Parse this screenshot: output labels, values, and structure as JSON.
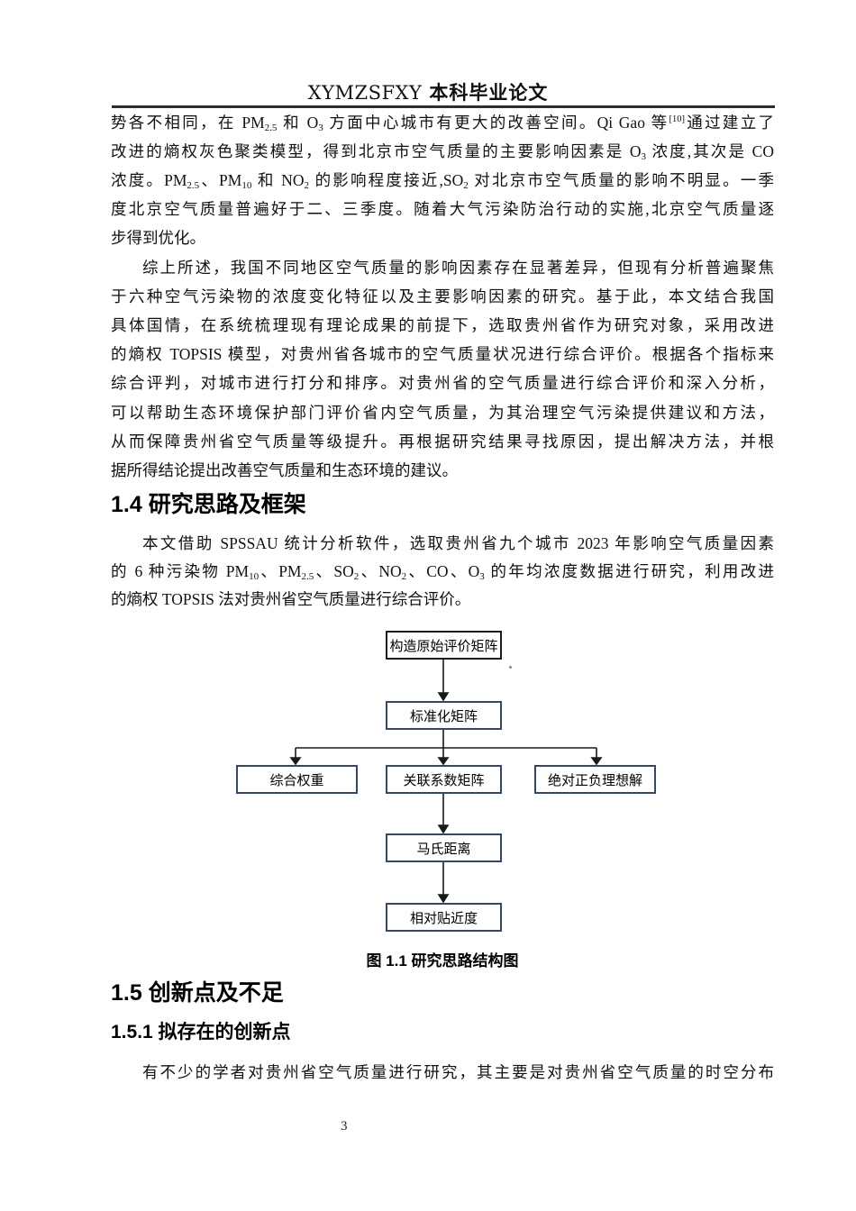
{
  "header": {
    "title_en": "XYMZSFXY",
    "title_zh": "本科毕业论文"
  },
  "content": {
    "p1": {
      "indent": false,
      "justify_last": false,
      "lines": [
        [
          "势各不相同，在 PM",
          {
            "sub": "2.5"
          },
          " 和 O",
          {
            "sub": "3"
          },
          " 方面中心城市有更大的改善空间。Qi  Gao 等",
          {
            "sup": "[10]"
          },
          "通过建立了"
        ],
        [
          "改进的熵权灰色聚类模型，得到北京市空气质量的主要影响因素是 O",
          {
            "sub": "3"
          },
          " 浓度,其次是 CO"
        ],
        [
          "浓度。PM",
          {
            "sub": "2.5"
          },
          "、PM",
          {
            "sub": "10"
          },
          " 和 NO",
          {
            "sub": "2"
          },
          " 的影响程度接近,SO",
          {
            "sub": "2"
          },
          " 对北京市空气质量的影响不明显。一季"
        ],
        "度北京空气质量普遍好于二、三季度。随着大气污染防治行动的实施,北京空气质量逐",
        "步得到优化。"
      ]
    },
    "p2": {
      "indent": true,
      "justify_last": false,
      "lines": [
        "综上所述，我国不同地区空气质量的影响因素存在显著差异，但现有分析普遍聚焦",
        "于六种空气污染物的浓度变化特征以及主要影响因素的研究。基于此，本文结合我国",
        "具体国情，在系统梳理现有理论成果的前提下，选取贵州省作为研究对象，采用改进",
        "的熵权 TOPSIS 模型，对贵州省各城市的空气质量状况进行综合评价。根据各个指标来",
        "综合评判，对城市进行打分和排序。对贵州省的空气质量进行综合评价和深入分析，",
        "可以帮助生态环境保护部门评价省内空气质量，为其治理空气污染提供建议和方法，",
        "从而保障贵州省空气质量等级提升。再根据研究结果寻找原因，提出解决方法，并根",
        "据所得结论提出改善空气质量和生态环境的建议。"
      ]
    },
    "s14_title": "1.4 研究思路及框架",
    "p3": {
      "indent": true,
      "justify_last": false,
      "lines": [
        "本文借助 SPSSAU 统计分析软件，选取贵州省九个城市 2023 年影响空气质量因素",
        [
          "的 6 种污染物 PM",
          {
            "sub": "10"
          },
          "、PM",
          {
            "sub": "2.5"
          },
          "、SO",
          {
            "sub": "2"
          },
          "、NO",
          {
            "sub": "2"
          },
          "、CO、O",
          {
            "sub": "3"
          },
          " 的年均浓度数据进行研究，利用改进"
        ],
        "的熵权 TOPSIS 法对贵州省空气质量进行综合评价。"
      ]
    },
    "figure": {
      "caption": "图 1.1  研究思路结构图",
      "boxes": [
        {
          "label": "构造原始评价矩阵"
        },
        {
          "label": "标准化矩阵"
        },
        {
          "label": "综合权重"
        },
        {
          "label": "关联系数矩阵"
        },
        {
          "label": "绝对正负理想解"
        },
        {
          "label": "马氏距离"
        },
        {
          "label": "相对贴近度"
        }
      ]
    },
    "s15_title": "1.5 创新点及不足",
    "s151_title": "1.5.1 拟存在的创新点",
    "p4": {
      "indent": true,
      "justify_last": true,
      "lines": [
        "有不少的学者对贵州省空气质量进行研究，其主要是对贵州省空气质量的时空分布"
      ]
    }
  },
  "footer": {
    "page_number": "3"
  }
}
